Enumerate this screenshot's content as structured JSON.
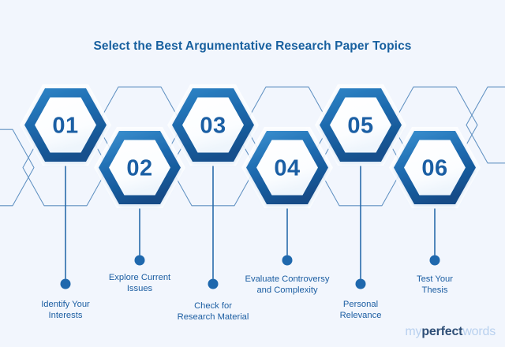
{
  "page": {
    "background_color": "#f2f6fd",
    "title": "Select the Best Argumentative Research Paper Topics",
    "accent_color": "#1b5fa4",
    "accent_light": "#2a7fc1",
    "text_color": "#1c5ea2"
  },
  "steps": [
    {
      "number": "01",
      "label_line1": "Identify Your",
      "label_line2": "Interests"
    },
    {
      "number": "02",
      "label_line1": "Explore Current",
      "label_line2": "Issues"
    },
    {
      "number": "03",
      "label_line1": "Check for",
      "label_line2": "Research Material"
    },
    {
      "number": "04",
      "label_line1": "Evaluate Controversy",
      "label_line2": "and Complexity"
    },
    {
      "number": "05",
      "label_line1": "Personal",
      "label_line2": "Relevance"
    },
    {
      "number": "06",
      "label_line1": "Test Your",
      "label_line2": "Thesis"
    }
  ],
  "logo": {
    "part_my": "my",
    "part_perfect": "perfect",
    "part_words": "words"
  }
}
